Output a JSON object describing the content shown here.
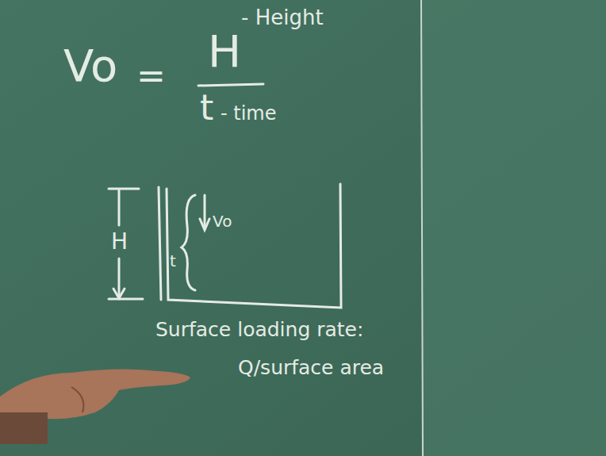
{
  "diagram": {
    "labels": [
      "Vo",
      "=",
      "H",
      "- Height",
      "t",
      "- time",
      "H",
      "t",
      "Vo",
      "Surface loading rate:",
      "Q/surface area"
    ]
  }
}
